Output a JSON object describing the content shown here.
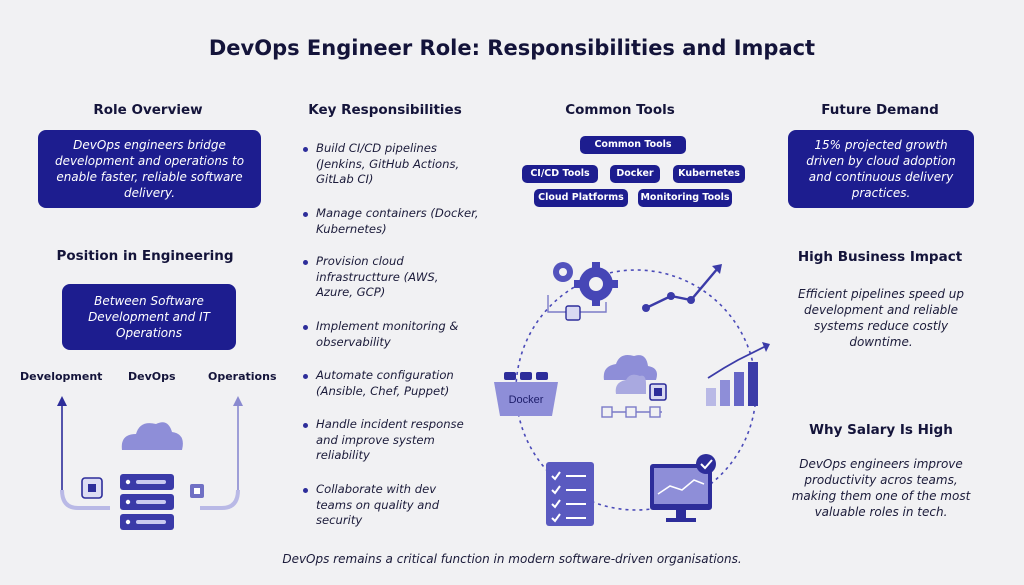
{
  "title": "DevOps Engineer Role: Responsibilities and Impact",
  "role_overview": {
    "heading": "Role Overview",
    "text": "DevOps engineers bridge development and operations to enable faster, reliable software delivery."
  },
  "position": {
    "heading": "Position in Engineering",
    "text": "Between Software Development and IT Operations",
    "labels": [
      "Development",
      "DevOps",
      "Operations"
    ]
  },
  "responsibilities": {
    "heading": "Key Responsibilities",
    "items": [
      "Build CI/CD pipelines (Jenkins, GitHub Actions, GitLab CI)",
      "Manage containers (Docker, Kubernetes)",
      "Provision cloud infrastructture (AWS, Azure, GCP)",
      "Implement monitoring & observability",
      "Automate configuration (Ansible, Chef, Puppet)",
      "Handle incident response and improve system reliability",
      "Collaborate with dev teams on quality and security"
    ]
  },
  "tools": {
    "heading": "Common Tools",
    "pill_top": "Common Tools",
    "pills_row1": [
      "CI/CD Tools",
      "Docker",
      "Kubernetes"
    ],
    "pills_row2": [
      "Cloud Platforms",
      "Monitoring Tools"
    ],
    "docker_label": "Docker"
  },
  "future": {
    "heading": "Future Demand",
    "text": "15% projected growth driven by cloud adoption and continuous delivery practices."
  },
  "impact": {
    "heading": "High Business Impact",
    "text": "Efficient pipelines speed up development and reliable systems reduce costly downtime."
  },
  "salary": {
    "heading": "Why Salary Is High",
    "text": "DevOps engineers improve productivity acros teams, making them one of the most valuable roles in tech."
  },
  "footer": "DevOps remains a critical function in modern software-driven organisations.",
  "colors": {
    "navy": "#1d1d8f",
    "accent": "#4a4ab8",
    "light": "#a9a9dd",
    "background": "#f1f1f3"
  }
}
